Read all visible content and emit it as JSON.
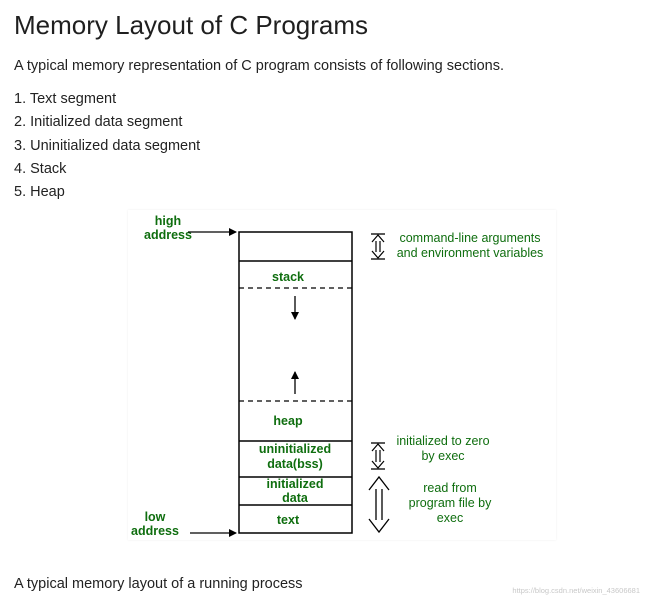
{
  "title": "Memory Layout of C Programs",
  "intro": "A typical memory representation of C program consists of following sections.",
  "sections": [
    "1. Text segment",
    "2. Initialized data segment",
    "3. Uninitialized data segment",
    "4. Stack",
    "5. Heap"
  ],
  "diagram": {
    "high_address": [
      "high",
      "address"
    ],
    "low_address": [
      "low",
      "address"
    ],
    "segments": {
      "stack": "stack",
      "heap": "heap",
      "bss": [
        "uninitialized",
        "data(bss)"
      ],
      "initialized": [
        "initialized",
        "data"
      ],
      "text": "text"
    },
    "notes": {
      "args": [
        "command-line arguments",
        "and environment variables"
      ],
      "zero": [
        "initialized to zero",
        "by exec"
      ],
      "read": [
        "read from",
        "program file by",
        "exec"
      ]
    },
    "colors": {
      "label": "#0f6e0f",
      "stroke": "#000000"
    }
  },
  "caption": "A typical memory layout of a running process",
  "watermark": "https://blog.csdn.net/weixin_43606681"
}
